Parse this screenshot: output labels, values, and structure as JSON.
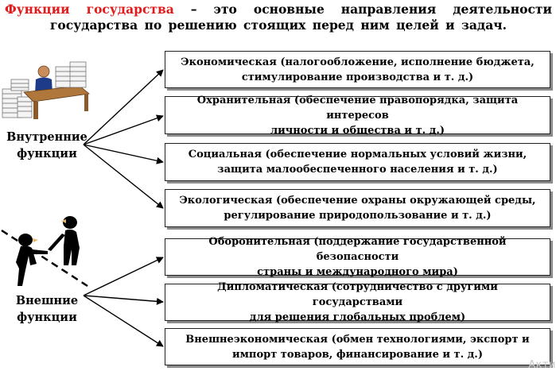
{
  "title": {
    "accent": "Функции государства",
    "rest": " – это основные направления деятельности государства по решению стоящих перед ним целей и задач."
  },
  "groups": {
    "internal": {
      "line1": "Внутренние",
      "line2": "функции"
    },
    "external": {
      "line1": "Внешние",
      "line2": "функции"
    }
  },
  "functions": [
    {
      "line1": "Экономическая (налогообложение, исполнение бюджета,",
      "line2": "стимулирование производства и т. д.)"
    },
    {
      "line1": "Охранительная (обеспечение правопорядка, защита интересов",
      "line2": "личности и общества и т. д.)"
    },
    {
      "line1": "Социальная (обеспечение нормальных условий жизни,",
      "line2": "защита малообеспеченного населения и т. д.)"
    },
    {
      "line1": "Экологическая (обеспечение охраны окружающей среды,",
      "line2": "регулирование природопользование и т. д.)"
    },
    {
      "line1": "Оборонительная (поддержание государственной безопасности",
      "line2": "страны и международного мира)"
    },
    {
      "line1": "Дипломатическая (сотрудничество с другими государствами",
      "line2": "для решения глобальных проблем)"
    },
    {
      "line1": "Внешнеэкономическая (обмен технологиями, экспорт и",
      "line2": "импорт товаров, финансирование и т. д.)"
    }
  ],
  "watermark": "Акти"
}
